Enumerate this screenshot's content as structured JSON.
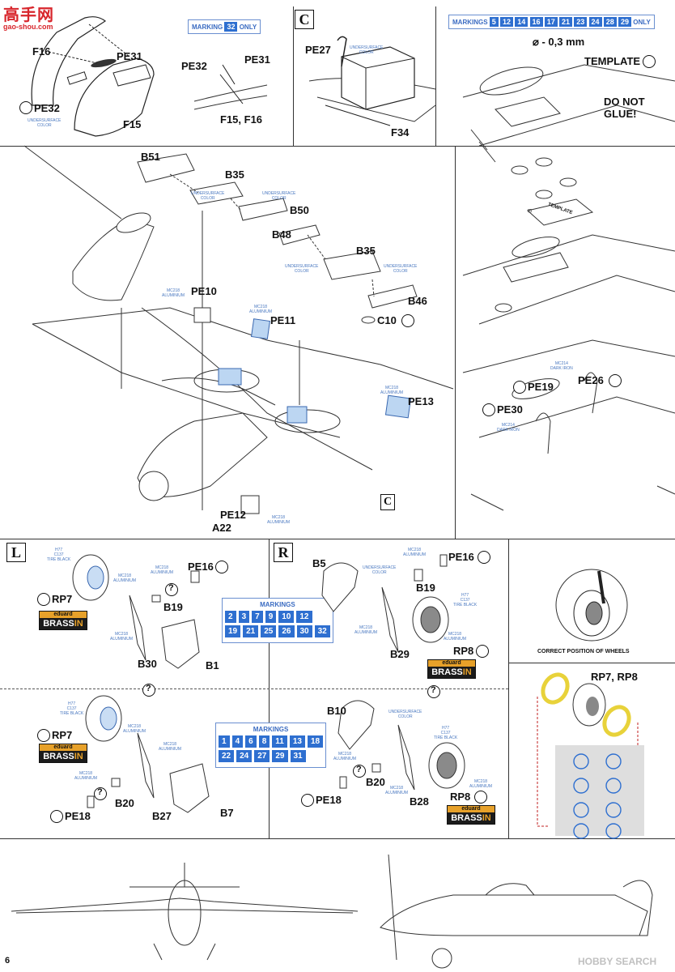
{
  "header": {
    "logo_main": "高手网",
    "logo_url": "gao-shou.com"
  },
  "panel_top_left": {
    "marking_note": {
      "prefix": "MARKING",
      "chips": [
        "32"
      ],
      "suffix": "ONLY"
    },
    "labels": [
      "F16",
      "PE31",
      "PE32",
      "F15",
      "PE32",
      "PE31",
      "F15, F16"
    ],
    "note": "UNDERSURFACE\nCOLOR"
  },
  "panel_c": {
    "letter": "C",
    "labels": [
      "PE27",
      "F34"
    ],
    "note": "UNDERSURFACE\nCOLOR"
  },
  "panel_top_right": {
    "marking_note": {
      "prefix": "MARKINGS",
      "chips": [
        "5",
        "12",
        "14",
        "16",
        "17",
        "21",
        "23",
        "24",
        "28",
        "29"
      ],
      "suffix": "ONLY"
    },
    "drill": "⌀ - 0,3 mm",
    "template": "TEMPLATE",
    "donot": "DO NOT",
    "glue": "GLUE!",
    "template_stamp": "TEMPLATE",
    "labels": [
      "PE19",
      "PE26",
      "PE30"
    ],
    "dark_iron_1": "MC214\nDARK IRON",
    "dark_iron_2": "MC214\nDARK IRON"
  },
  "panel_main": {
    "labels": [
      "B51",
      "B35",
      "B50",
      "B48",
      "B35",
      "B46",
      "C10",
      "PE10",
      "PE11",
      "PE13",
      "PE12",
      "A22"
    ],
    "notes": {
      "underside_1": "UNDERSURFACE\nCOLOR",
      "underside_2": "UNDERSURFACE\nCOLOR",
      "underside_3": "UNDERSURFACE\nCOLOR",
      "underside_4": "UNDERSURFACE\nCOLOR",
      "alum_1": "MC218\nALUMINIUM",
      "alum_2": "MC218\nALUMINIUM",
      "alum_3": "MC218\nALUMINIUM",
      "alum_4": "MC218\nALUMINIUM"
    },
    "ref_c": "C"
  },
  "panel_L": {
    "letter": "L",
    "labels": [
      "PE16",
      "RP7",
      "B19",
      "B30",
      "B1",
      "RP7",
      "B20",
      "PE18",
      "B27",
      "B7"
    ],
    "markings_a": {
      "title": "MARKINGS",
      "rows": [
        [
          "2",
          "3",
          "7",
          "9",
          "10",
          "12"
        ],
        [
          "19",
          "21",
          "25",
          "26",
          "30",
          "32"
        ]
      ]
    },
    "markings_b": {
      "title": "MARKINGS",
      "rows": [
        [
          "1",
          "4",
          "6",
          "8",
          "11",
          "13",
          "18"
        ],
        [
          "22",
          "24",
          "27",
          "29",
          "31"
        ]
      ]
    },
    "question": "?",
    "tire": "H77\nC137\nTIRE BLACK",
    "alum": "MC218\nALUMINIUM"
  },
  "panel_R": {
    "letter": "R",
    "labels": [
      "B5",
      "PE16",
      "B19",
      "B29",
      "RP8",
      "B10",
      "B20",
      "PE18",
      "B28",
      "RP8"
    ],
    "underside_1": "UNDERSURFACE\nCOLOR",
    "underside_2": "UNDERSURFACE\nCOLOR",
    "tire": "H77\nC137\nTIRE BLACK",
    "alum": "MC218\nALUMINIUM"
  },
  "brassin": {
    "top": "eduard",
    "bot_a": "BRASS",
    "bot_b": "IN"
  },
  "panel_wheel": {
    "caption": "CORRECT POSITION OF WHEELS"
  },
  "panel_mask": {
    "label": "RP7, RP8"
  },
  "footer": {
    "page_number": "6",
    "watermark": "HOBBY SEARCH"
  }
}
